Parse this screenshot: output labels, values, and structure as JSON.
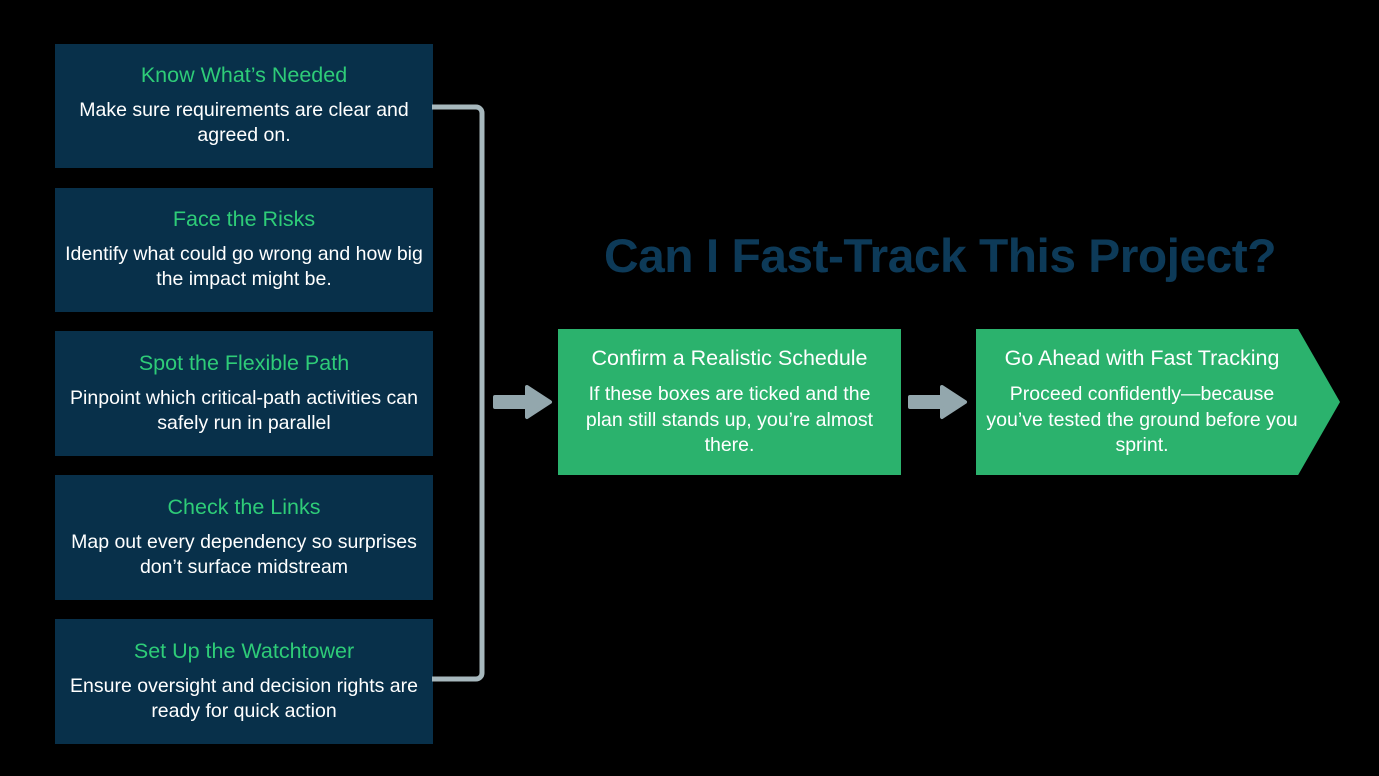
{
  "headline": "Can I Fast-Track This Project?",
  "colors": {
    "background": "#000000",
    "card_bg": "#08304a",
    "card_title": "#2ecc78",
    "card_body": "#ffffff",
    "green": "#2bb26d",
    "headline": "#0d3a58",
    "arrow": "#93a7ad",
    "bracket": "#a7b8bd"
  },
  "criteria": [
    {
      "title": "Know What’s Needed",
      "body": "Make sure requirements are clear and agreed on."
    },
    {
      "title": "Face the Risks",
      "body": "Identify what could go wrong and how big the impact might be."
    },
    {
      "title": "Spot the Flexible Path",
      "body": "Pinpoint which critical-path activities can safely run in parallel"
    },
    {
      "title": "Check the Links",
      "body": "Map out every dependency so surprises don’t surface midstream"
    },
    {
      "title": "Set Up the Watchtower",
      "body": "Ensure oversight and decision rights are ready for quick action"
    }
  ],
  "outcomes": [
    {
      "title": "Confirm a Realistic Schedule",
      "body": "If these boxes are ticked and the plan still stands up, you’re almost there."
    },
    {
      "title": "Go Ahead with Fast Tracking",
      "body": "Proceed confidently—because you’ve tested the ground before you sprint."
    }
  ],
  "connectors": {
    "bracket_label": "criteria-group-bracket",
    "arrow_1_label": "arrow-to-schedule",
    "arrow_2_label": "arrow-to-go-ahead"
  }
}
